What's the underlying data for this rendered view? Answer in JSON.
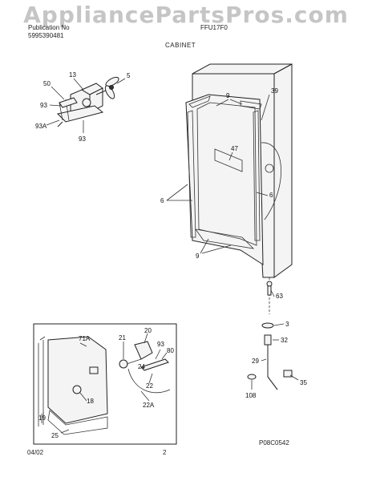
{
  "watermark": "AppliancePartsPros.com",
  "header": {
    "publication_no": "Publication No",
    "publication_num": "5995390481",
    "model": "FFU17F0",
    "section_title": "CABINET"
  },
  "footer": {
    "date": "04/02",
    "page": "2",
    "figure_code": "P08C0542"
  },
  "callouts": {
    "c5": "5",
    "c13": "13",
    "c50": "50",
    "c93a": "93",
    "c93b": "93",
    "c93A": "93A",
    "c9a": "9",
    "c9b": "9",
    "c39": "39",
    "c47": "47",
    "c6a": "6",
    "c6b": "6",
    "c63": "63",
    "c3": "3",
    "c32": "32",
    "c29": "29",
    "c35": "35",
    "c108": "108",
    "c71A": "71A",
    "c21": "21",
    "c20": "20",
    "c93c": "93",
    "c80": "80",
    "c24": "24",
    "c22": "22",
    "c22A": "22A",
    "c18": "18",
    "c19": "19",
    "c25": "25"
  }
}
